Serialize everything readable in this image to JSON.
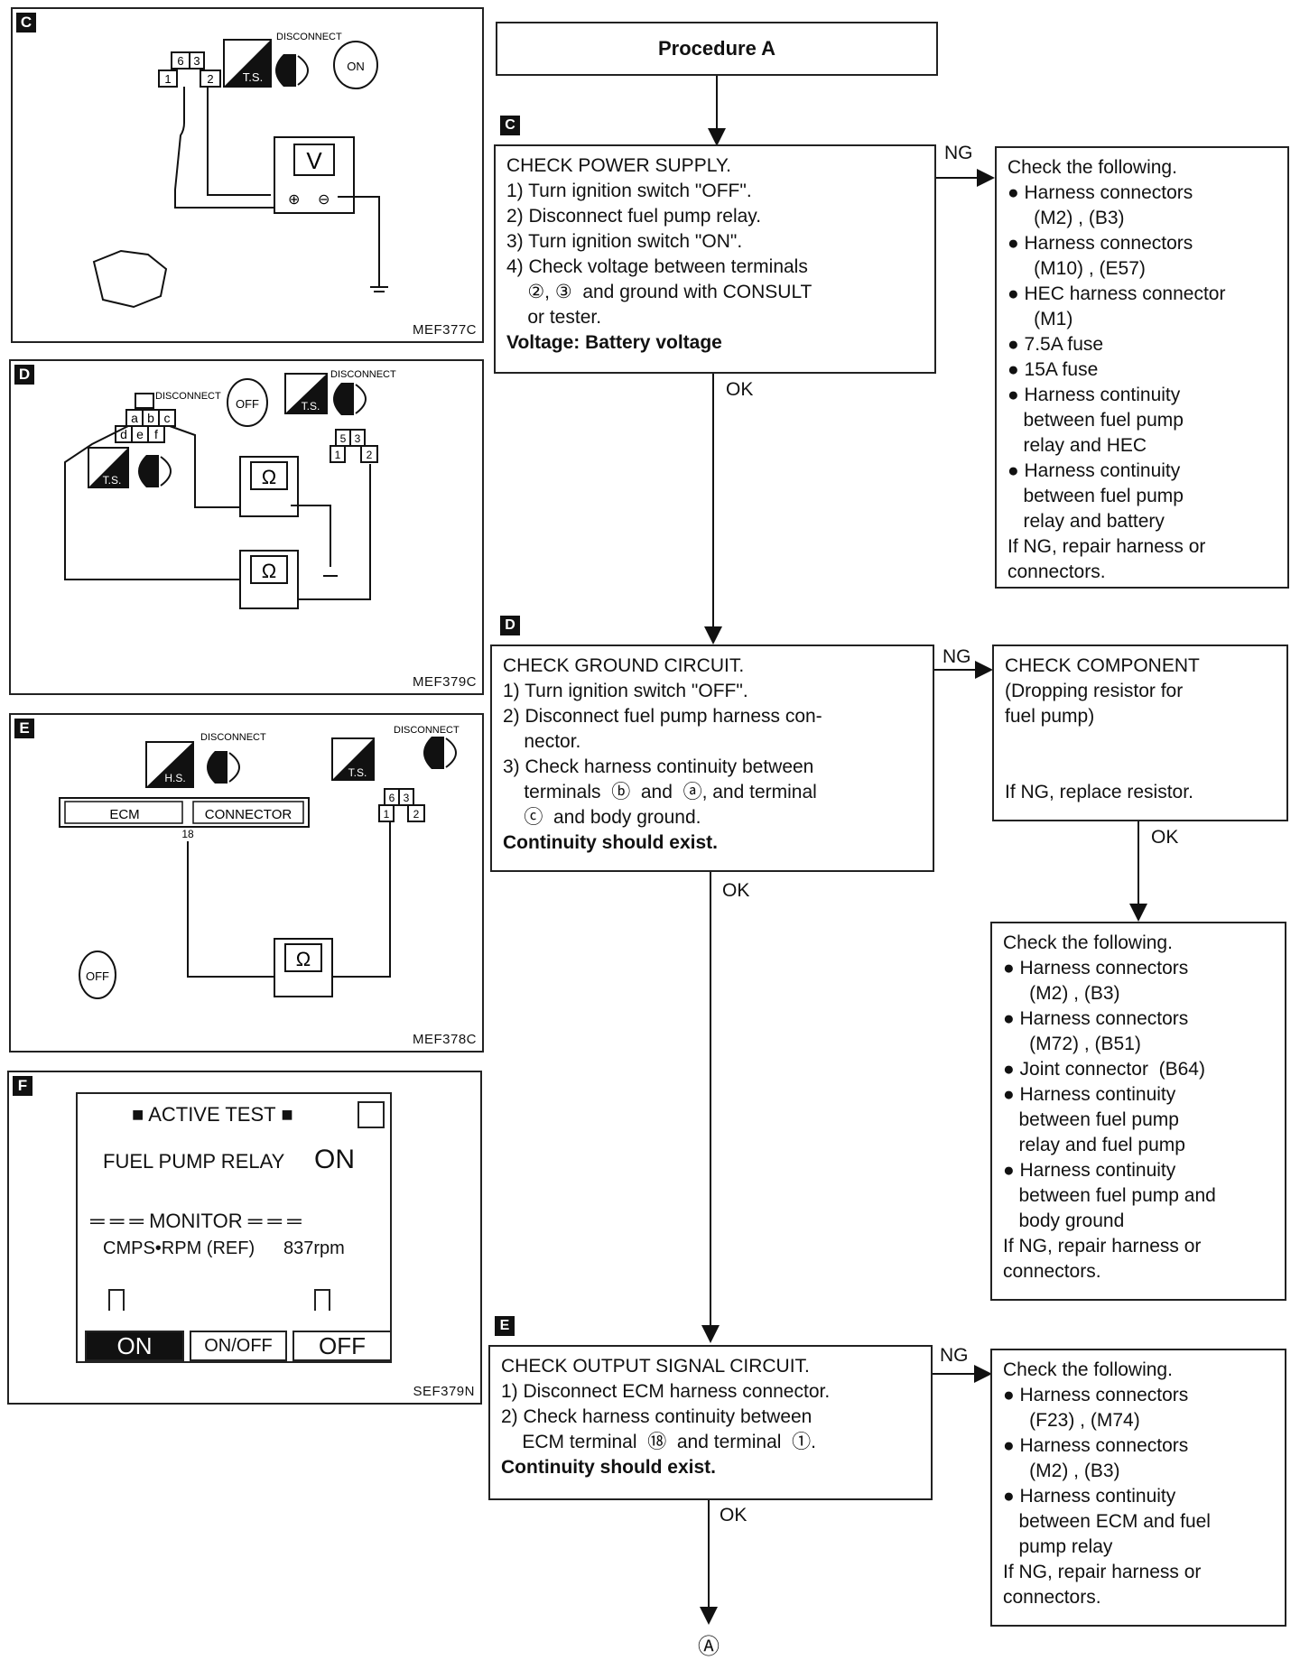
{
  "procedure_title": "Procedure A",
  "steps": {
    "C": {
      "letter": "C",
      "lines": [
        "CHECK POWER SUPPLY.",
        "1) Turn ignition switch \"OFF\".",
        "2) Disconnect fuel pump relay.",
        "3) Turn ignition switch \"ON\".",
        "4) Check voltage between terminals",
        "    ②, ③  and ground with CONSULT",
        "    or tester."
      ],
      "bold": "Voltage: Battery voltage",
      "ng_label": "NG",
      "ok_label": "OK",
      "ng_lines": [
        "Check the following.",
        "● Harness connectors",
        "     (M2) , (B3)",
        "● Harness connectors",
        "     (M10) , (E57)",
        "● HEC harness connector",
        "     (M1)",
        "● 7.5A fuse",
        "● 15A fuse",
        "● Harness continuity",
        "   between fuel pump",
        "   relay and HEC",
        "● Harness continuity",
        "   between fuel pump",
        "   relay and battery",
        "If NG, repair harness or",
        "connectors."
      ]
    },
    "D": {
      "letter": "D",
      "lines": [
        "CHECK GROUND CIRCUIT.",
        "1) Turn ignition switch \"OFF\".",
        "2) Disconnect fuel pump harness con-",
        "    nector.",
        "3) Check harness continuity between",
        "    terminals  ⓑ  and  ⓐ, and terminal",
        "    ⓒ  and body ground."
      ],
      "bold": "Continuity should exist.",
      "ng_label": "NG",
      "ok_label": "OK",
      "ng_lines": [
        "CHECK COMPONENT",
        "(Dropping resistor for",
        "fuel pump)",
        "",
        "",
        "If NG, replace resistor."
      ],
      "comp_ok_label": "OK",
      "comp_lines": [
        "Check the following.",
        "● Harness connectors",
        "     (M2) , (B3)",
        "● Harness connectors",
        "     (M72) , (B51)",
        "● Joint connector  (B64)",
        "● Harness continuity",
        "   between fuel pump",
        "   relay and fuel pump",
        "● Harness continuity",
        "   between fuel pump and",
        "   body ground",
        "If NG, repair harness or",
        "connectors."
      ]
    },
    "E": {
      "letter": "E",
      "lines": [
        "CHECK OUTPUT SIGNAL CIRCUIT.",
        "1) Disconnect ECM harness connector.",
        "2) Check harness continuity between",
        "    ECM terminal  ⑱  and terminal  ①."
      ],
      "bold": "Continuity should exist.",
      "ng_label": "NG",
      "ok_label": "OK",
      "ng_lines": [
        "Check the following.",
        "● Harness connectors",
        "     (F23) , (M74)",
        "● Harness connectors",
        "     (M2) , (B3)",
        "● Harness continuity",
        "   between ECM and fuel",
        "   pump relay",
        "If NG, repair harness or",
        "connectors."
      ]
    }
  },
  "end_marker": "Ⓐ",
  "panels": {
    "C": {
      "letter": "C",
      "code": "MEF377C",
      "disconnect": "DISCONNECT",
      "ts": "T.S.",
      "on": "ON",
      "meter": "V",
      "plus": "⊕",
      "minus": "⊖",
      "pins": [
        "6",
        "3",
        "1",
        "2"
      ]
    },
    "D": {
      "letter": "D",
      "code": "MEF379C",
      "disconnect": "DISCONNECT",
      "ts": "T.S.",
      "off": "OFF",
      "meter": "Ω",
      "pins_top": [
        "a",
        "b",
        "c"
      ],
      "pins_bot": [
        "d",
        "e",
        "f"
      ],
      "relay_pins": [
        "5",
        "3",
        "1",
        "2"
      ]
    },
    "E": {
      "letter": "E",
      "code": "MEF378C",
      "disconnect": "DISCONNECT",
      "hs": "H.S.",
      "ts": "T.S.",
      "ecm": "ECM",
      "connector": "CONNECTOR",
      "terminal": "18",
      "meter": "Ω",
      "off": "OFF",
      "relay_pins": [
        "6",
        "3",
        "1",
        "2"
      ]
    },
    "F": {
      "letter": "F",
      "code": "SEF379N",
      "header": "ACTIVE TEST",
      "item": "FUEL PUMP RELAY",
      "item_value": "ON",
      "monitor": "MONITOR",
      "monitor_item": "CMPS•RPM (REF)",
      "monitor_value": "837rpm",
      "btn_on": "ON",
      "btn_onoff": "ON/OFF",
      "btn_off": "OFF"
    }
  }
}
